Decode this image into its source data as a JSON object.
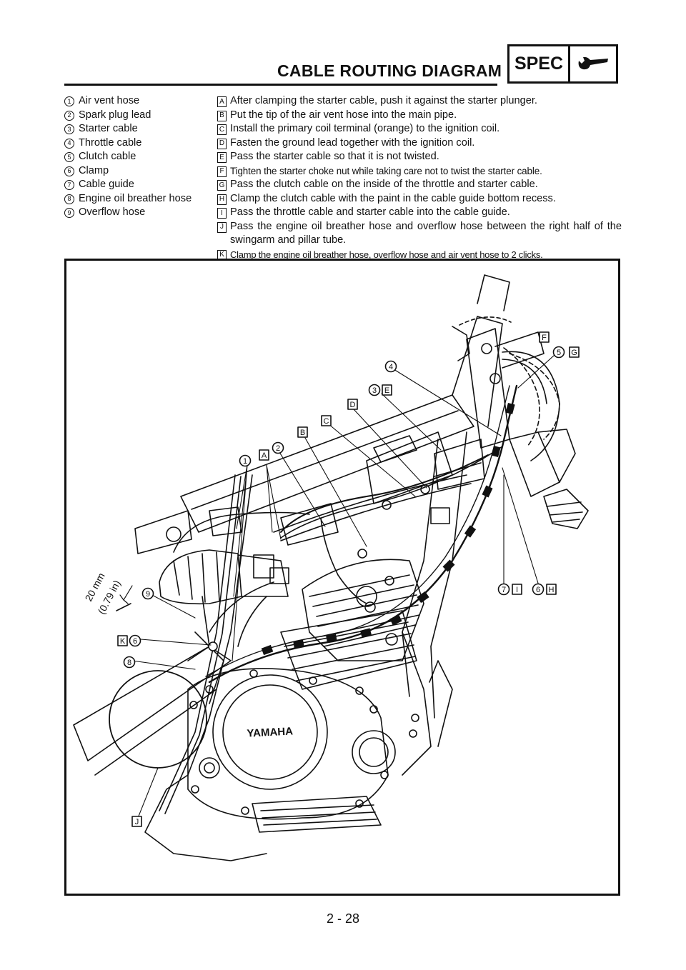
{
  "header": {
    "title": "CABLE ROUTING DIAGRAM",
    "spec_label": "SPEC",
    "tool_icon": "wrench-icon"
  },
  "legend_numbers": [
    {
      "n": "1",
      "text": "Air vent hose"
    },
    {
      "n": "2",
      "text": "Spark plug lead"
    },
    {
      "n": "3",
      "text": "Starter cable"
    },
    {
      "n": "4",
      "text": "Throttle cable"
    },
    {
      "n": "5",
      "text": "Clutch cable"
    },
    {
      "n": "6",
      "text": "Clamp"
    },
    {
      "n": "7",
      "text": "Cable guide"
    },
    {
      "n": "8",
      "text": "Engine oil breather hose"
    },
    {
      "n": "9",
      "text": "Overflow hose"
    }
  ],
  "legend_letters": [
    {
      "l": "A",
      "text": "After clamping the starter cable, push it against the starter plunger."
    },
    {
      "l": "B",
      "text": "Put the tip of the air vent hose into the main pipe."
    },
    {
      "l": "C",
      "text": "Install the primary coil terminal (orange) to the ignition coil."
    },
    {
      "l": "D",
      "text": "Fasten the ground lead together with the ignition coil."
    },
    {
      "l": "E",
      "text": "Pass the starter cable so that it is not twisted."
    },
    {
      "l": "F",
      "text": "Tighten the starter choke nut while taking care not to twist the starter cable."
    },
    {
      "l": "G",
      "text": "Pass the clutch cable on the inside of the throttle and starter cable."
    },
    {
      "l": "H",
      "text": "Clamp the clutch cable with the paint in the cable guide bottom recess."
    },
    {
      "l": "I",
      "text": "Pass the throttle cable and starter cable into the cable guide."
    },
    {
      "l": "J",
      "text": "Pass the engine oil breather hose and overflow hose between the right half of the swingarm and pillar tube."
    },
    {
      "l": "K",
      "text": "Clamp the engine oil breather hose, overflow hose and air vent hose to 2 clicks."
    }
  ],
  "diagram": {
    "dimension_line1": "20 mm",
    "dimension_line2": "(0.79 in)",
    "brand_text": "YAMAHA",
    "callouts": {
      "c1": "1",
      "c2": "2",
      "c3": "3",
      "c4": "4",
      "c5": "5",
      "c6a": "6",
      "c6b": "6",
      "c7": "7",
      "c8": "8",
      "c9": "9",
      "lA": "A",
      "lB": "B",
      "lC": "C",
      "lD": "D",
      "lE": "E",
      "lF": "F",
      "lG": "G",
      "lH": "H",
      "lI": "I",
      "lJ": "J",
      "lK": "K"
    }
  },
  "page_number": "2 - 28"
}
